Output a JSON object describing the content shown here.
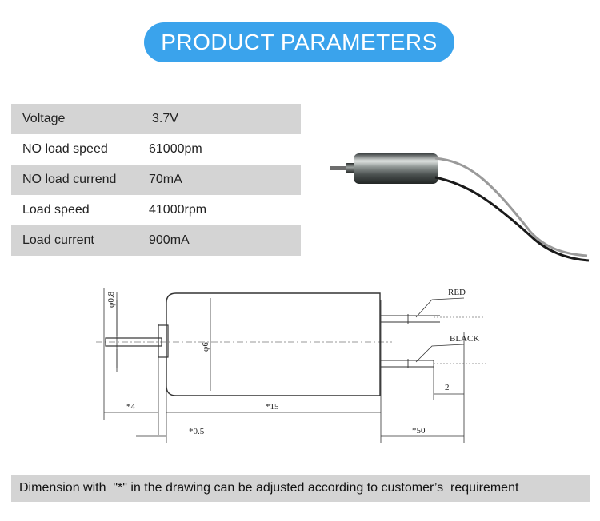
{
  "title": "PRODUCT PARAMETERS",
  "parameters": [
    {
      "name": "Voltage",
      "value": "3.7V"
    },
    {
      "name": "NO load speed",
      "value": "61000pm"
    },
    {
      "name": "NO load currend",
      "value": "70mA"
    },
    {
      "name": "Load speed",
      "value": "41000rpm"
    },
    {
      "name": "Load current",
      "value": "900mA"
    }
  ],
  "drawing": {
    "shaft_diameter": "φ0.8",
    "body_diameter": "φ6",
    "wire_red": "RED",
    "wire_black": "BLACK",
    "dim_shaft_length": "*4",
    "dim_flange": "*0.5",
    "dim_body_length": "*15",
    "dim_wire_length": "*50",
    "dim_strip": "2"
  },
  "footer_note": "Dimension with  \"*\" in the drawing can be adjusted according to customer’s  requirement"
}
